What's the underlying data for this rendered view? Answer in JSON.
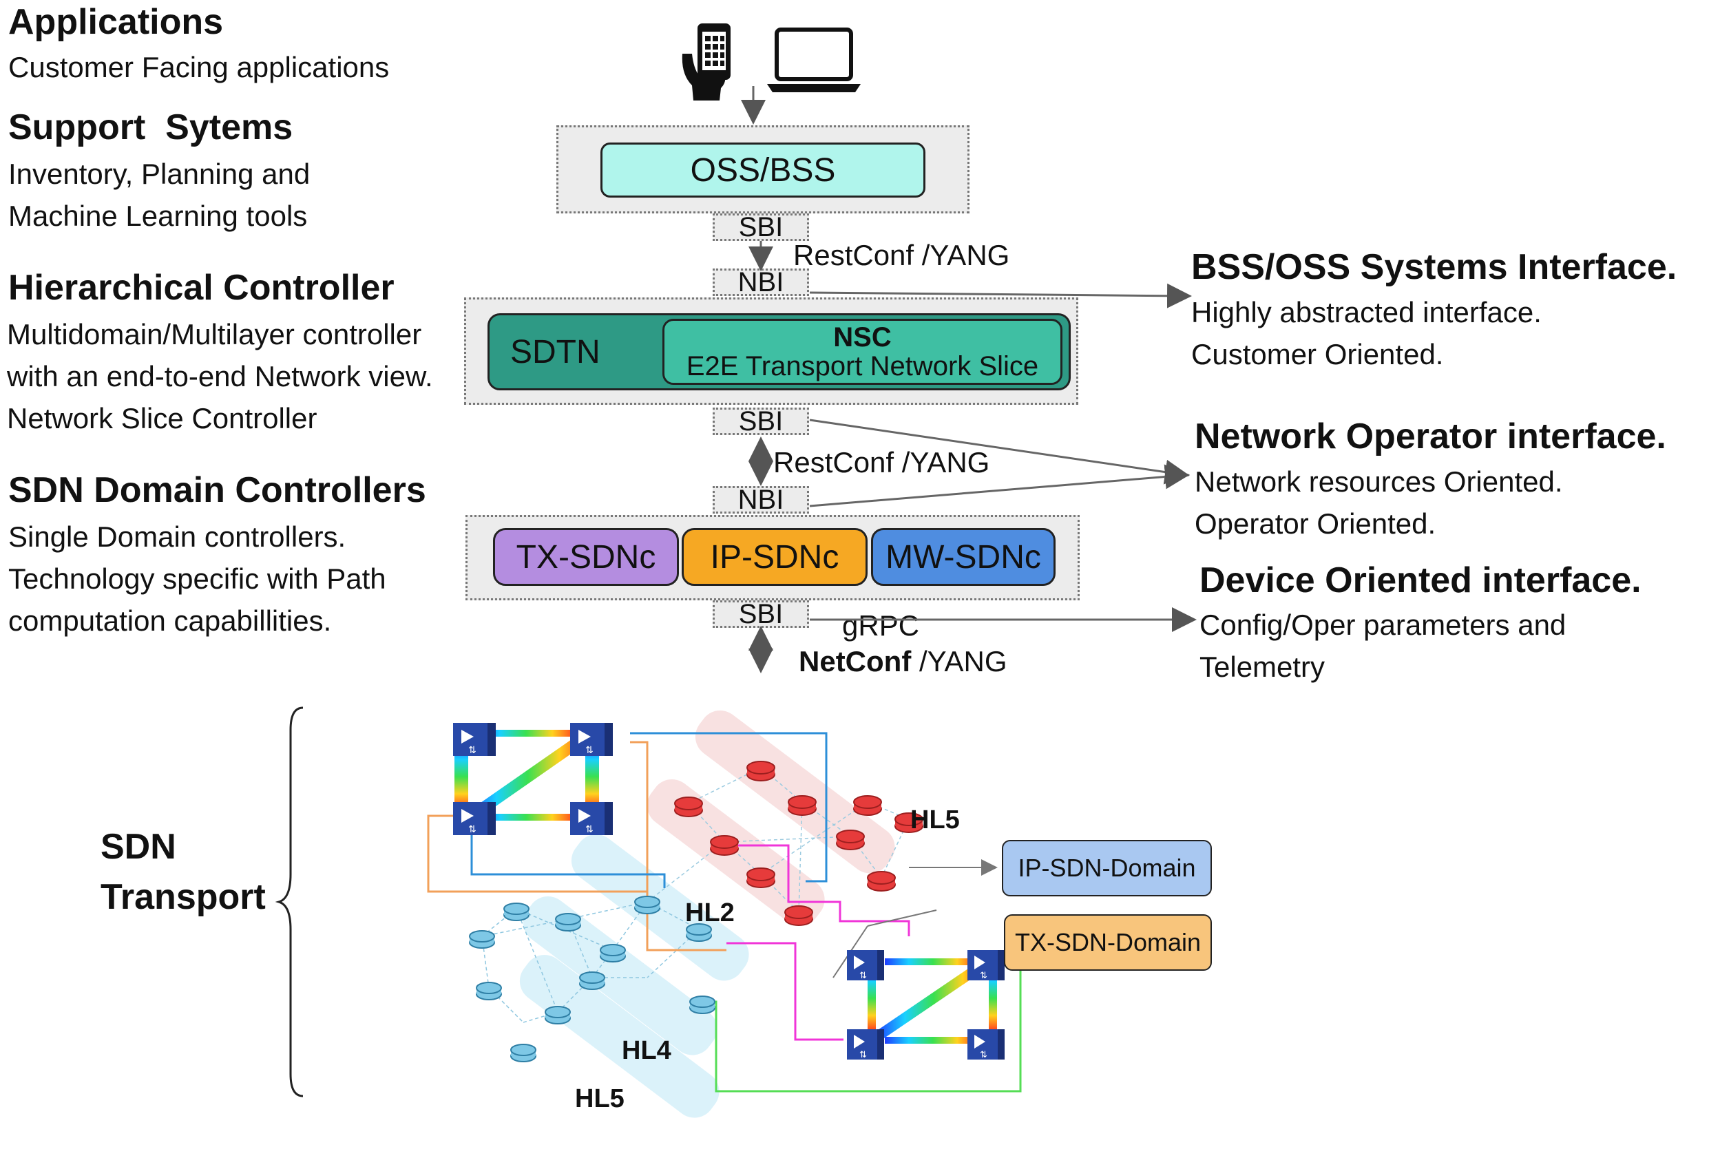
{
  "left": {
    "applications": {
      "title": "Applications",
      "desc": "Customer Facing applications"
    },
    "support": {
      "title": "Support  Sytems",
      "line1": "Inventory, Planning and",
      "line2": "Machine Learning tools"
    },
    "hier": {
      "title": "Hierarchical Controller",
      "line1": "Multidomain/Multilayer controller",
      "line2": "with an end-to-end Network view.",
      "line3": "Network Slice Controller"
    },
    "sdn": {
      "title": "SDN Domain Controllers",
      "line1": "Single Domain controllers.",
      "line2": "Technology specific with Path",
      "line3": "computation capabillities."
    },
    "transport": {
      "line1": "SDN",
      "line2": "Transport"
    }
  },
  "center": {
    "oss": "OSS/BSS",
    "sbi1": "SBI",
    "restconf1": "RestConf /YANG",
    "nbi1": "NBI",
    "sdtn": "SDTN",
    "nsc_title": "NSC",
    "nsc_sub": "E2E Transport Network Slice",
    "sbi2": "SBI",
    "restconf2": "RestConf /YANG",
    "nbi2": "NBI",
    "tx": "TX-SDNc",
    "ip": "IP-SDNc",
    "mw": "MW-SDNc",
    "sbi3": "SBI",
    "grpc": "gRPC",
    "netconf_bold": "NetConf",
    "netconf_rest": " /YANG"
  },
  "right": {
    "bss": {
      "title": "BSS/OSS Systems Interface.",
      "line1": "Highly abstracted interface.",
      "line2": "Customer Oriented."
    },
    "netop": {
      "title": "Network Operator interface.",
      "line1": "Network resources Oriented.",
      "line2": "Operator Oriented."
    },
    "device": {
      "title": "Device Oriented interface.",
      "line1": "Config/Oper parameters and",
      "line2": "Telemetry"
    }
  },
  "network": {
    "hl5_top": "HL5",
    "hl2": "HL2",
    "hl4": "HL4",
    "hl5_bottom": "HL5",
    "ip_domain": "IP-SDN-Domain",
    "tx_domain": "TX-SDN-Domain"
  },
  "colors": {
    "oss_fill": "#b0f5ec",
    "sdtn_fill": "#2e9a85",
    "nsc_fill": "#3fbfa3",
    "tx_fill": "#b48de0",
    "ip_fill": "#f6a823",
    "mw_fill": "#4f8de0",
    "ip_domain_fill": "#a9c8f1",
    "tx_domain_fill": "#f8c57c"
  }
}
